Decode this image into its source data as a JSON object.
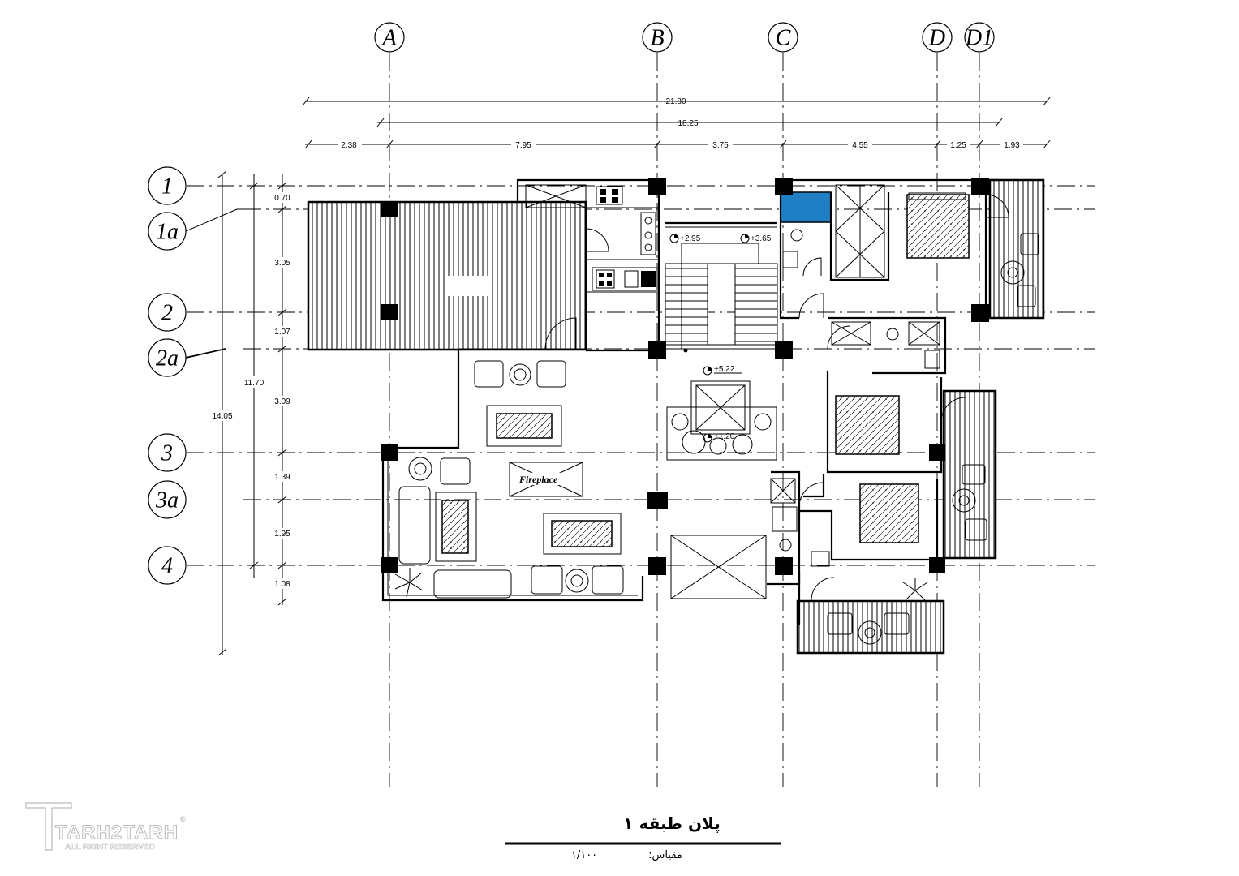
{
  "drawing": {
    "column_axes": [
      "A",
      "B",
      "C",
      "D",
      "D1"
    ],
    "row_axes": [
      "1",
      "1a",
      "2",
      "2a",
      "3",
      "3a",
      "4"
    ],
    "horizontal_dims": {
      "overall": "21.80",
      "axis_total": "18.25",
      "segments": [
        "2.38",
        "7.95",
        "3.75",
        "4.55",
        "1.25",
        "1.93"
      ]
    },
    "vertical_dims": {
      "overall": "14.05",
      "axis_total": "11.70",
      "segments": [
        "0.70",
        "3.05",
        "1.07",
        "3.09",
        "1.39",
        "1.95",
        "1.08"
      ]
    },
    "levels": [
      "+2.95",
      "+3.65",
      "+5.22",
      "+1.20"
    ],
    "fireplace_label": "Fireplace",
    "accent_color": "#1f7fc4"
  },
  "title": {
    "plan_name": "پلان طبقه ۱",
    "scale_label": "مقیاس:",
    "scale_value": "۱/۱۰۰"
  },
  "logo": {
    "brand": "TARH2TARH",
    "tagline": "ALL RIGHT RESERVED",
    "mark": "©"
  }
}
